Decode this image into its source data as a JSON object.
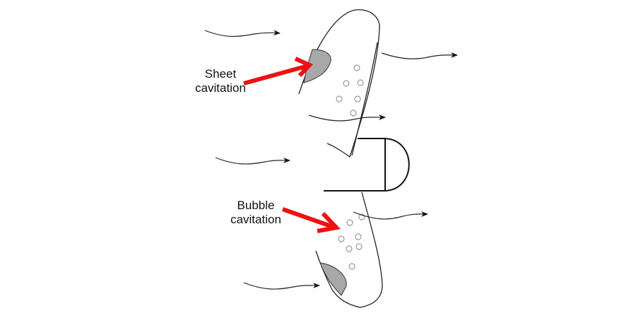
{
  "labels": {
    "sheet_line1": "Sheet",
    "sheet_line2": "cavitation",
    "bubble_line1": "Bubble",
    "bubble_line2": "cavitation"
  },
  "colors": {
    "pointer": "#ee1111",
    "cavity": "#a8a8a8",
    "line": "#222222",
    "bubble": "#999999"
  }
}
